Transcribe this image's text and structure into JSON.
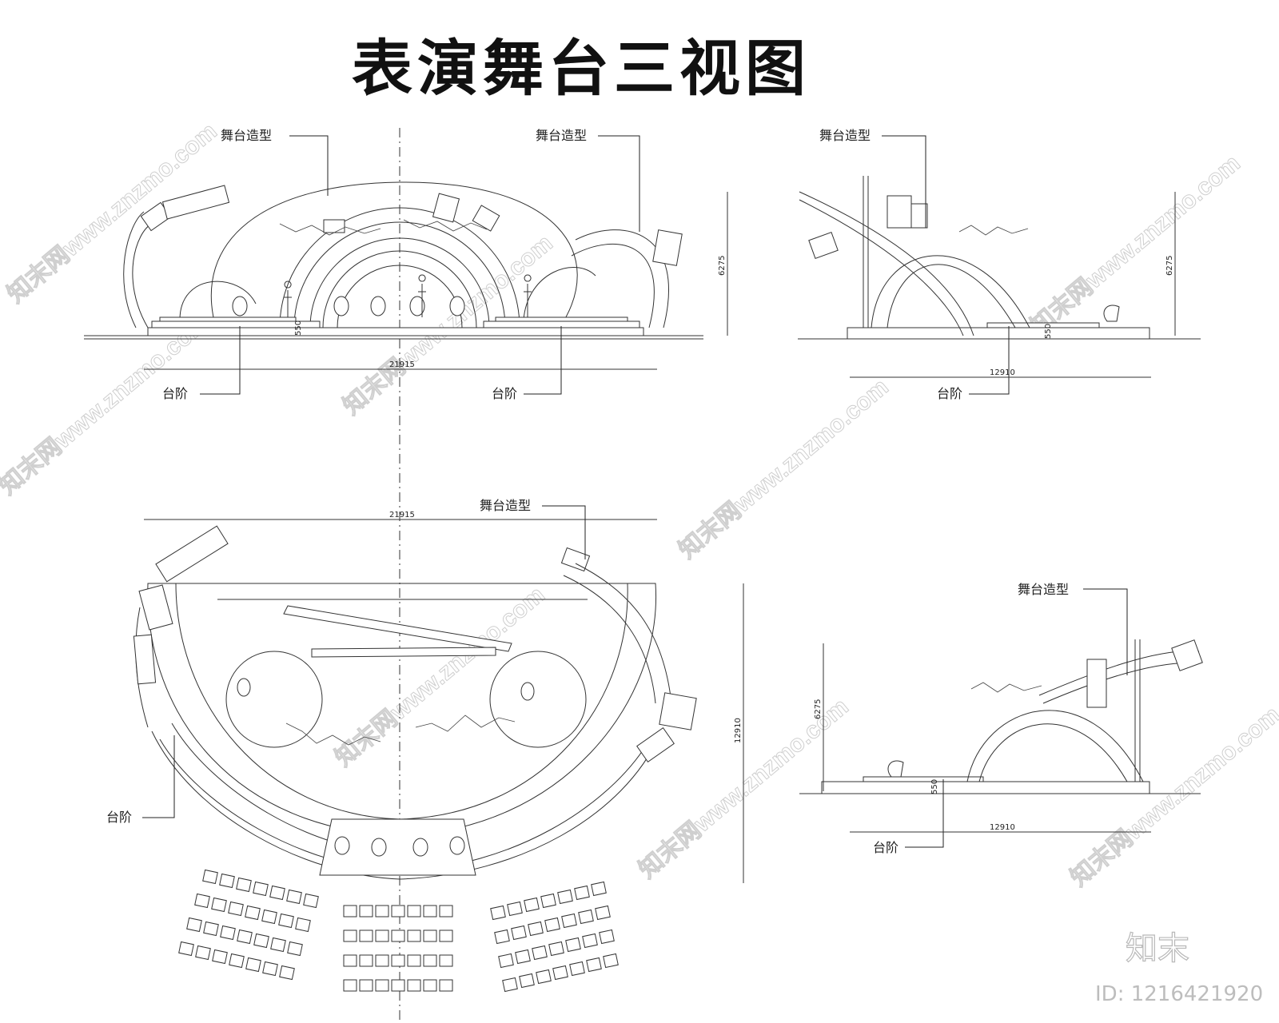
{
  "title": "表演舞台三视图",
  "labels": {
    "stage_shape": "舞台造型",
    "steps": "台阶"
  },
  "dimensions": {
    "front_width": "21915",
    "side_width": "12910",
    "height": "6275",
    "step_height": "550",
    "plan_width": "21915",
    "plan_depth": "12910"
  },
  "watermark": {
    "text": "知末网www.znzmo.com",
    "brand": "知末",
    "id": "ID: 1216421920"
  },
  "colors": {
    "line": "#333333",
    "watermark": "#cfcfcf",
    "background": "#ffffff"
  }
}
